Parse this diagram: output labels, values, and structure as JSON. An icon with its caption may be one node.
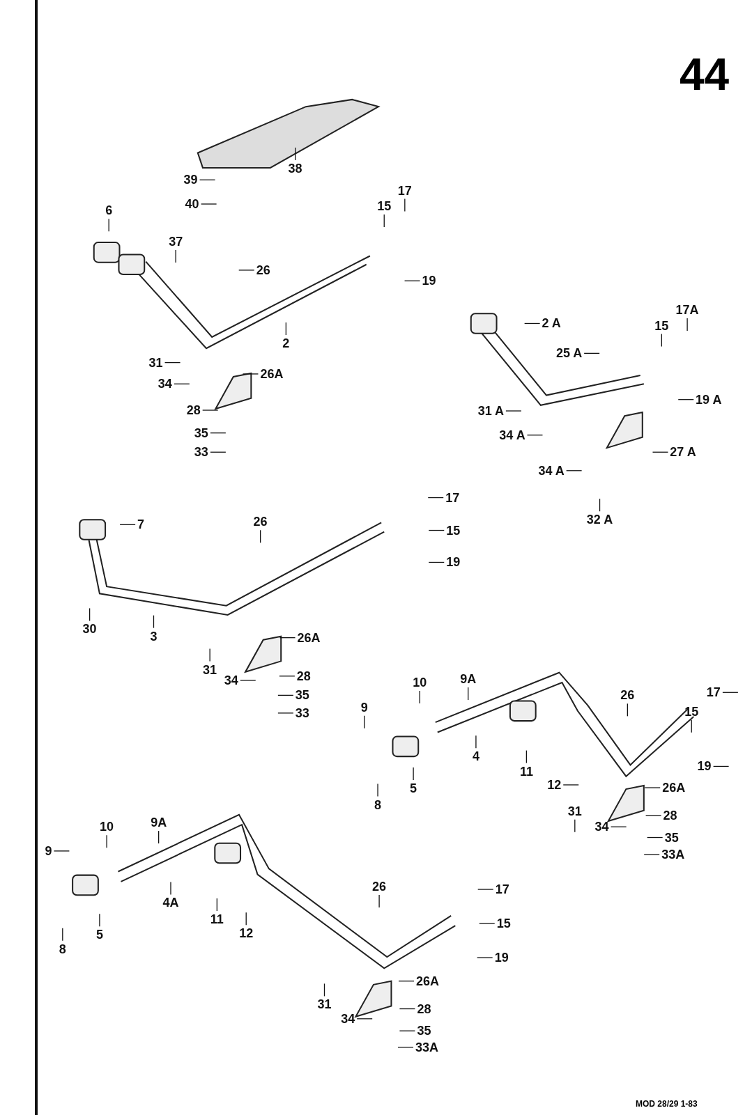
{
  "diagram": {
    "title": "44",
    "caption": "MOD 28/29 1-83",
    "nodes": [
      {
        "text": [
          "38"
        ]
      },
      {
        "text": [
          "39"
        ]
      },
      {
        "text": [
          "40"
        ]
      },
      {
        "text": [
          "6"
        ]
      },
      {
        "text": [
          "37"
        ]
      },
      {
        "text": [
          "26"
        ]
      },
      {
        "text": [
          "17"
        ]
      },
      {
        "text": [
          "15"
        ]
      },
      {
        "text": [
          "19"
        ]
      },
      {
        "text": [
          "2"
        ]
      },
      {
        "text": [
          "31"
        ]
      },
      {
        "text": [
          "34"
        ]
      },
      {
        "text": [
          "26A"
        ]
      },
      {
        "text": [
          "28"
        ]
      },
      {
        "text": [
          "35"
        ]
      },
      {
        "text": [
          "33"
        ]
      },
      {
        "text": [
          "2 A"
        ]
      },
      {
        "text": [
          "17A"
        ]
      },
      {
        "text": [
          "15"
        ]
      },
      {
        "text": [
          "25 A"
        ]
      },
      {
        "text": [
          "19 A"
        ]
      },
      {
        "text": [
          "31 A"
        ]
      },
      {
        "text": [
          "34 A"
        ]
      },
      {
        "text": [
          "27 A"
        ]
      },
      {
        "text": [
          "34 A"
        ]
      },
      {
        "text": [
          "32 A"
        ]
      },
      {
        "text": [
          "7"
        ]
      },
      {
        "text": [
          "26"
        ]
      },
      {
        "text": [
          "17"
        ]
      },
      {
        "text": [
          "15"
        ]
      },
      {
        "text": [
          "19"
        ]
      },
      {
        "text": [
          "30"
        ]
      },
      {
        "text": [
          "3"
        ]
      },
      {
        "text": [
          "26A"
        ]
      },
      {
        "text": [
          "31"
        ]
      },
      {
        "text": [
          "34"
        ]
      },
      {
        "text": [
          "28"
        ]
      },
      {
        "text": [
          "35"
        ]
      },
      {
        "text": [
          "33"
        ]
      },
      {
        "text": [
          "10"
        ]
      },
      {
        "text": [
          "9A"
        ]
      },
      {
        "text": [
          "9"
        ]
      },
      {
        "text": [
          "26"
        ]
      },
      {
        "text": [
          "17"
        ]
      },
      {
        "text": [
          "15"
        ]
      },
      {
        "text": [
          "4"
        ]
      },
      {
        "text": [
          "11"
        ]
      },
      {
        "text": [
          "5"
        ]
      },
      {
        "text": [
          "8"
        ]
      },
      {
        "text": [
          "12"
        ]
      },
      {
        "text": [
          "19"
        ]
      },
      {
        "text": [
          "26A"
        ]
      },
      {
        "text": [
          "31"
        ]
      },
      {
        "text": [
          "28"
        ]
      },
      {
        "text": [
          "34"
        ]
      },
      {
        "text": [
          "35"
        ]
      },
      {
        "text": [
          "33A"
        ]
      },
      {
        "text": [
          "10"
        ]
      },
      {
        "text": [
          "9A"
        ]
      },
      {
        "text": [
          "9"
        ]
      },
      {
        "text": [
          "4A"
        ]
      },
      {
        "text": [
          "11"
        ]
      },
      {
        "text": [
          "5"
        ]
      },
      {
        "text": [
          "12"
        ]
      },
      {
        "text": [
          "8"
        ]
      },
      {
        "text": [
          "26"
        ]
      },
      {
        "text": [
          "17"
        ]
      },
      {
        "text": [
          "15"
        ]
      },
      {
        "text": [
          "19"
        ]
      },
      {
        "text": [
          "26A"
        ]
      },
      {
        "text": [
          "31"
        ]
      },
      {
        "text": [
          "28"
        ]
      },
      {
        "text": [
          "34"
        ]
      },
      {
        "text": [
          "35"
        ]
      },
      {
        "text": [
          "33A"
        ]
      }
    ],
    "edges": [
      {
        "from": 0,
        "to": null,
        "arrow": "none"
      },
      {
        "from": 1,
        "to": null,
        "arrow": "none"
      },
      {
        "from": 2,
        "to": null,
        "arrow": "none"
      },
      {
        "from": 3,
        "to": null,
        "arrow": "none"
      },
      {
        "from": 4,
        "to": null,
        "arrow": "none"
      },
      {
        "from": 5,
        "to": null,
        "arrow": "none"
      },
      {
        "from": 6,
        "to": null,
        "arrow": "none"
      },
      {
        "from": 7,
        "to": null,
        "arrow": "none"
      },
      {
        "from": 8,
        "to": null,
        "arrow": "none"
      },
      {
        "from": 9,
        "to": null,
        "arrow": "none"
      },
      {
        "from": 10,
        "to": null,
        "arrow": "none"
      },
      {
        "from": 11,
        "to": null,
        "arrow": "none"
      },
      {
        "from": 12,
        "to": null,
        "arrow": "none"
      },
      {
        "from": 13,
        "to": null,
        "arrow": "none"
      },
      {
        "from": 14,
        "to": null,
        "arrow": "none"
      },
      {
        "from": 15,
        "to": null,
        "arrow": "none"
      },
      {
        "from": 16,
        "to": null,
        "arrow": "none"
      },
      {
        "from": 17,
        "to": null,
        "arrow": "none"
      },
      {
        "from": 18,
        "to": null,
        "arrow": "none"
      },
      {
        "from": 19,
        "to": null,
        "arrow": "none"
      },
      {
        "from": 20,
        "to": null,
        "arrow": "none"
      },
      {
        "from": 21,
        "to": null,
        "arrow": "none"
      },
      {
        "from": 22,
        "to": null,
        "arrow": "none"
      },
      {
        "from": 23,
        "to": null,
        "arrow": "none"
      },
      {
        "from": 24,
        "to": null,
        "arrow": "none"
      },
      {
        "from": 25,
        "to": null,
        "arrow": "none"
      },
      {
        "from": 26,
        "to": null,
        "arrow": "none"
      },
      {
        "from": 27,
        "to": null,
        "arrow": "none"
      },
      {
        "from": 28,
        "to": null,
        "arrow": "none"
      },
      {
        "from": 29,
        "to": null,
        "arrow": "none"
      },
      {
        "from": 30,
        "to": null,
        "arrow": "none"
      },
      {
        "from": 31,
        "to": null,
        "arrow": "none"
      },
      {
        "from": 32,
        "to": null,
        "arrow": "none"
      },
      {
        "from": 33,
        "to": null,
        "arrow": "none"
      },
      {
        "from": 34,
        "to": null,
        "arrow": "none"
      },
      {
        "from": 35,
        "to": null,
        "arrow": "none"
      },
      {
        "from": 36,
        "to": null,
        "arrow": "none"
      },
      {
        "from": 37,
        "to": null,
        "arrow": "none"
      },
      {
        "from": 38,
        "to": null,
        "arrow": "none"
      },
      {
        "from": 39,
        "to": null,
        "arrow": "none"
      },
      {
        "from": 40,
        "to": null,
        "arrow": "none"
      },
      {
        "from": 41,
        "to": null,
        "arrow": "none"
      },
      {
        "from": 42,
        "to": null,
        "arrow": "none"
      },
      {
        "from": 43,
        "to": null,
        "arrow": "none"
      },
      {
        "from": 44,
        "to": null,
        "arrow": "none"
      },
      {
        "from": 45,
        "to": null,
        "arrow": "none"
      },
      {
        "from": 46,
        "to": null,
        "arrow": "none"
      },
      {
        "from": 47,
        "to": null,
        "arrow": "none"
      },
      {
        "from": 48,
        "to": null,
        "arrow": "none"
      },
      {
        "from": 49,
        "to": null,
        "arrow": "none"
      },
      {
        "from": 50,
        "to": null,
        "arrow": "none"
      },
      {
        "from": 51,
        "to": null,
        "arrow": "none"
      },
      {
        "from": 52,
        "to": null,
        "arrow": "none"
      },
      {
        "from": 53,
        "to": null,
        "arrow": "none"
      },
      {
        "from": 54,
        "to": null,
        "arrow": "none"
      },
      {
        "from": 55,
        "to": null,
        "arrow": "none"
      },
      {
        "from": 56,
        "to": null,
        "arrow": "none"
      },
      {
        "from": 57,
        "to": null,
        "arrow": "none"
      },
      {
        "from": 58,
        "to": null,
        "arrow": "none"
      },
      {
        "from": 59,
        "to": null,
        "arrow": "none"
      },
      {
        "from": 60,
        "to": null,
        "arrow": "none"
      },
      {
        "from": 61,
        "to": null,
        "arrow": "none"
      },
      {
        "from": 62,
        "to": null,
        "arrow": "none"
      },
      {
        "from": 63,
        "to": null,
        "arrow": "none"
      },
      {
        "from": 64,
        "to": null,
        "arrow": "none"
      },
      {
        "from": 65,
        "to": null,
        "arrow": "none"
      },
      {
        "from": 66,
        "to": null,
        "arrow": "none"
      },
      {
        "from": 67,
        "to": null,
        "arrow": "none"
      },
      {
        "from": 68,
        "to": null,
        "arrow": "none"
      },
      {
        "from": 69,
        "to": null,
        "arrow": "none"
      },
      {
        "from": 70,
        "to": null,
        "arrow": "none"
      },
      {
        "from": 71,
        "to": null,
        "arrow": "none"
      },
      {
        "from": 72,
        "to": null,
        "arrow": "none"
      },
      {
        "from": 73,
        "to": null,
        "arrow": "none"
      },
      {
        "from": 74,
        "to": null,
        "arrow": "none"
      }
    ]
  }
}
